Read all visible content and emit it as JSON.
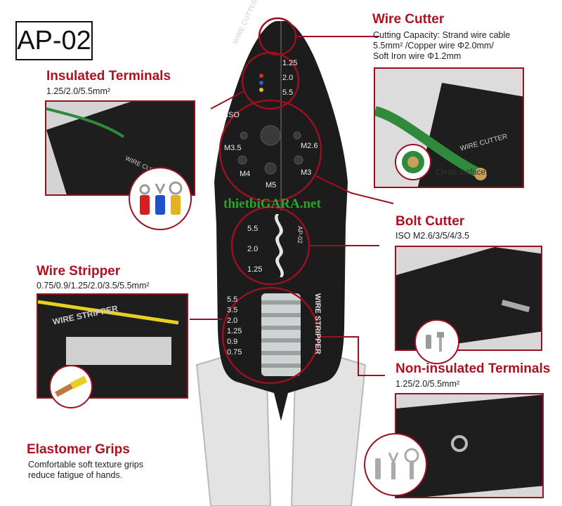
{
  "model": "AP-02",
  "watermark": "thietbiGARA.net",
  "colors": {
    "accent": "#9a1020",
    "title": "#b01020",
    "tool_body": "#1c1c1c",
    "grip": "#e3e3e3"
  },
  "wire_cutter": {
    "title": "Wire Cutter",
    "line1": "Cutting Capacity: Strand wire cable",
    "line2": "5.5mm² /Copper wire Φ2.0mm/",
    "line3": "Soft Iron wire Φ1.2mm",
    "note": "Clean surface!",
    "panel_text": "WIRE CUTTER"
  },
  "insulated": {
    "title": "Insulated Terminals",
    "desc": "1.25/2.0/5.5mm²",
    "panel_text": "WIRE CUTTER"
  },
  "bolt_cutter": {
    "title": "Bolt Cutter",
    "desc": "ISO M2.6/3/5/4/3.5"
  },
  "wire_stripper": {
    "title": "Wire Stripper",
    "desc": "0.75/0.9/1.25/2.0/3.5/5.5mm²",
    "panel_text": "WIRE STRIPPER"
  },
  "non_insulated": {
    "title": "Non-insulated Terminals",
    "desc": "1.25/2.0/5.5mm²"
  },
  "grips": {
    "title": "Elastomer Grips",
    "line1": "Comfortable soft texture grips",
    "line2": "reduce fatigue of hands."
  },
  "tool": {
    "crimp_labels": [
      "1.25",
      "2.0",
      "5.5"
    ],
    "wire_cutter_label": "WIRE CUTTER",
    "iso": "ISO",
    "bolt_labels": [
      "M3.5",
      "M2.6",
      "M4",
      "M3",
      "M5"
    ],
    "nonins_labels": [
      "5.5",
      "2.0",
      "1.25"
    ],
    "model_mark": "AP-02",
    "stripper_labels": [
      "5.5",
      "3.5",
      "2.0",
      "1.25",
      "0.9",
      "0.75"
    ],
    "stripper_text": "WIRE STRIPPER"
  }
}
